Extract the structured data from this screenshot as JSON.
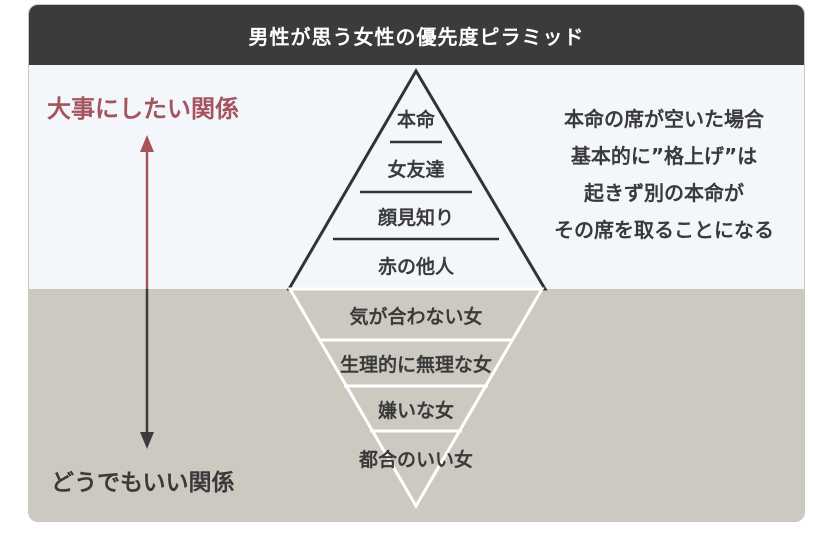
{
  "header": {
    "title": "男性が思う女性の優先度ピラミッド"
  },
  "axis": {
    "top_label": "大事にしたい関係",
    "bottom_label": "どうでもいい関係",
    "top_color": "#a5545d",
    "bottom_color": "#3b3b3b"
  },
  "pyramid": {
    "levels": [
      "本命",
      "女友達",
      "顔見知り",
      "赤の他人"
    ]
  },
  "inverted": {
    "levels": [
      "気が合わない女",
      "生理的に無理な女",
      "嫌いな女",
      "都合のいい女"
    ]
  },
  "note": {
    "lines": [
      "本命の席が空いた場合",
      "基本的に”格上げ”は",
      "起きず別の本命が",
      "その席を取ることになる"
    ]
  }
}
